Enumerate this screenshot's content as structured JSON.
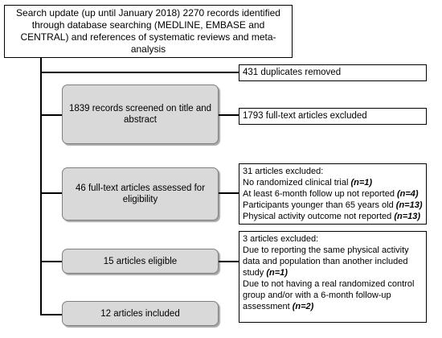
{
  "flowchart": {
    "identification": "Search update (up until January 2018) 2270 records identified through database searching (MEDLINE, EMBASE and CENTRAL) and references of systematic reviews and meta-analysis",
    "duplicates": "431 duplicates removed",
    "screened": "1839 records screened on title and abstract",
    "excluded_title": "1793 full-text articles excluded",
    "assessed": "46 full-text articles assessed for eligibility",
    "excluded_fulltext": {
      "heading": "31 articles excluded:",
      "reasons": [
        {
          "text": "No randomized clinical trial ",
          "n": "(n=1)"
        },
        {
          "text": "At least 6-month follow up not reported ",
          "n": "(n=4)"
        },
        {
          "text": "Participants younger than 65 years old ",
          "n": "(n=13)"
        },
        {
          "text": "Physical activity outcome not reported ",
          "n": "(n=13)"
        }
      ]
    },
    "eligible": "15 articles eligible",
    "excluded_eligible": {
      "heading": "3 articles excluded:",
      "reason1_lines": [
        "Due to reporting the same physical activity",
        "data and population than another included",
        "study "
      ],
      "reason1_n": "(n=1)",
      "reason2_lines": [
        "Due to not having a real randomized control",
        "group and/or with a 6-month follow-up",
        "assessment "
      ],
      "reason2_n": "(n=2)"
    },
    "included": "12 articles included"
  }
}
